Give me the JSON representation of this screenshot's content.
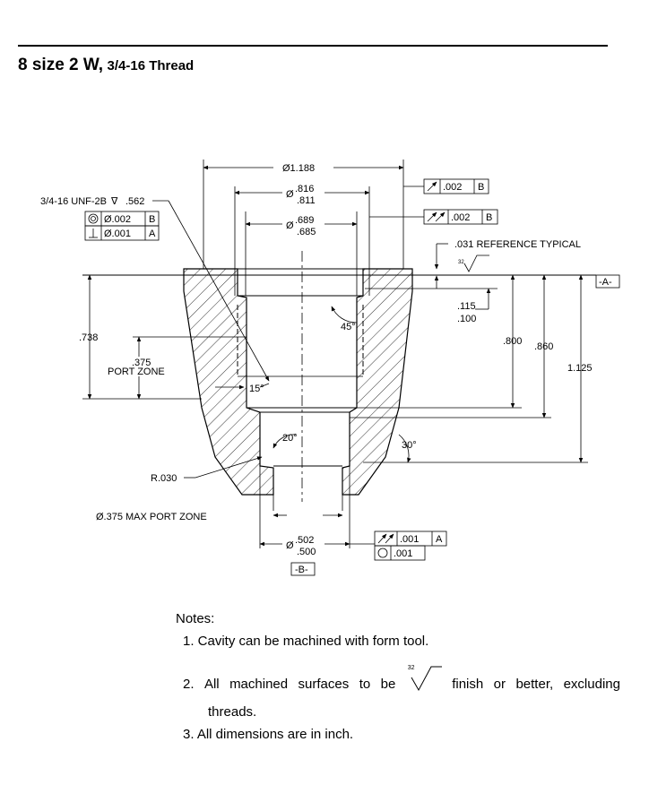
{
  "header": {
    "title_main": "8 size 2 W,",
    "title_sub": "3/4-16 Thread"
  },
  "drawing": {
    "dia_outer": "Ø1.188",
    "dia_816_prefix": "Ø",
    "dia_816_hi": ".816",
    "dia_816_lo": ".811",
    "dia_689_prefix": "Ø",
    "dia_689_hi": ".689",
    "dia_689_lo": ".685",
    "thread_callout": "3/4-16 UNF-2B",
    "thread_depth": ".562",
    "fcf1_tol": "Ø.002",
    "fcf1_ref": "B",
    "fcf2_tol": "Ø.001",
    "fcf2_ref": "A",
    "runout1_tol": ".002",
    "runout1_ref": "B",
    "runout2_tol": ".002",
    "runout2_ref": "B",
    "ref_typical": ".031 REFERENCE TYPICAL",
    "finish_value": "32",
    "datum_a": "-A-",
    "dim_115": ".115",
    "dim_100": ".100",
    "angle_45": "45°",
    "dim_738": ".738",
    "dim_375": ".375",
    "port_zone": "PORT ZONE",
    "dim_800": ".800",
    "dim_860": ".860",
    "dim_1125": "1.125",
    "angle_15": "15°",
    "angle_20": "20°",
    "angle_30": "30°",
    "radius": "R.030",
    "max_port_zone": "Ø.375 MAX PORT ZONE",
    "dia_502_prefix": "Ø",
    "dia_502_hi": ".502",
    "dia_502_lo": ".500",
    "runout3_tol": ".001",
    "runout3_ref": "A",
    "circ_tol": ".001",
    "datum_b": "-B-"
  },
  "notes": {
    "heading": "Notes:",
    "n1": "1. Cavity can be machined with form tool.",
    "n2_a": "2.",
    "n2_b": "All",
    "n2_c": "machined",
    "n2_d": "surfaces",
    "n2_e": "to",
    "n2_f": "be",
    "n2_g": "finish",
    "n2_h": "or",
    "n2_i": "better,",
    "n2_j": "excluding",
    "n2_cont": "threads.",
    "n3": "3. All dimensions are in inch.",
    "finish_value": "32"
  }
}
